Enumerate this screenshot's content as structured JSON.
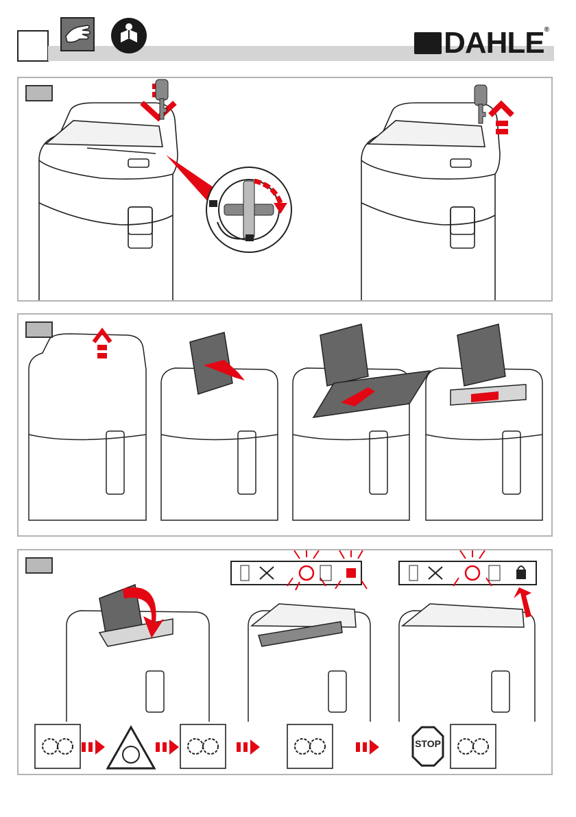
{
  "brand": {
    "name": "DAHLE",
    "registered": "®"
  },
  "header": {
    "step_number": "",
    "icons": [
      "hand-icon",
      "read-manual-icon"
    ]
  },
  "panels": [
    {
      "step_label": "",
      "name": "unlock-with-key"
    },
    {
      "step_label": "",
      "name": "load-paper"
    },
    {
      "step_label": "",
      "name": "close-lid-and-shred"
    }
  ],
  "status_bar": {
    "items": [
      "paper-stack-icon",
      "bin-full-icon",
      "power-ring-icon",
      "door-open-icon",
      "lock-icon"
    ]
  },
  "sequence": {
    "stop_label": "STOP",
    "items": [
      "gears-icon",
      "auto-reverse-warning-icon",
      "gears-icon",
      "gears-icon",
      "stop-sign-icon",
      "gears-icon"
    ]
  },
  "colors": {
    "accent": "#e30613",
    "panel_border": "#b3b3b3",
    "header_bar": "#d4d4d4"
  }
}
